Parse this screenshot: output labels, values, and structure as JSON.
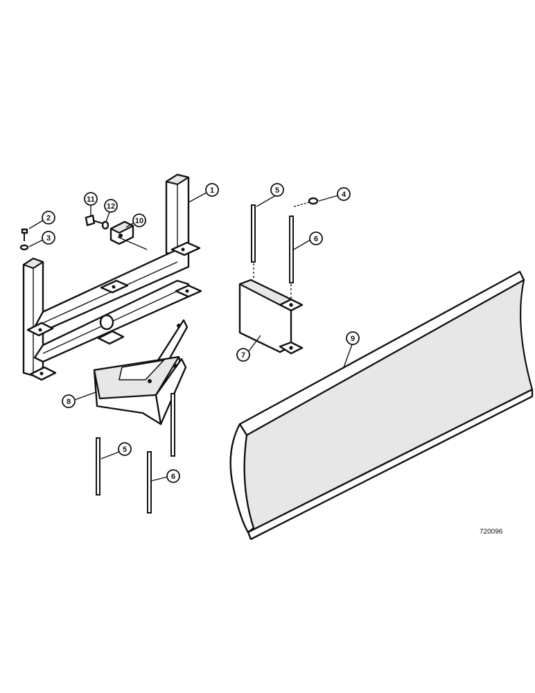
{
  "callouts": {
    "c1": "1",
    "c2": "2",
    "c3": "3",
    "c4": "4",
    "c5a": "5",
    "c5b": "5",
    "c6a": "6",
    "c6b": "6",
    "c7": "7",
    "c8": "8",
    "c9": "9",
    "c10": "10",
    "c11": "11",
    "c12": "12"
  },
  "reference_number": "720096",
  "colors": {
    "ink": "#111111",
    "background": "#ffffff"
  }
}
